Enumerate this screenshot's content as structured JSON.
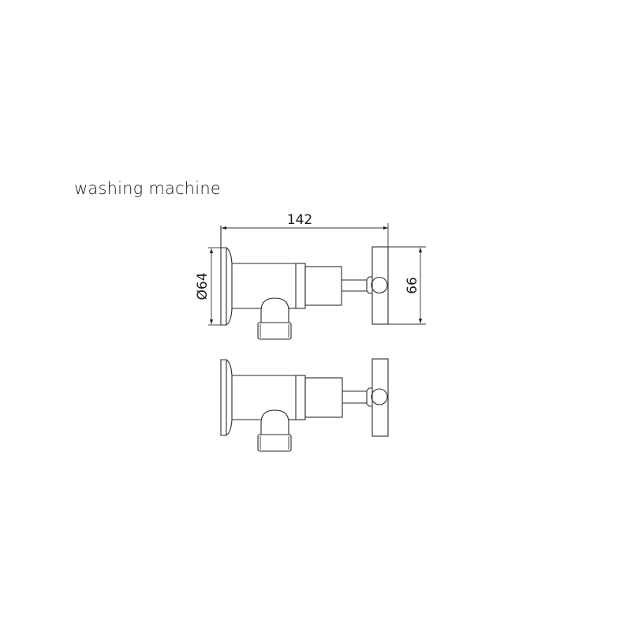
{
  "title": "washing machine",
  "dimensions": {
    "overall_length": "142",
    "flange_diameter": "Ø64",
    "handle_height": "66"
  },
  "views": [
    {
      "name": "side-view-dimensioned",
      "has_dimensions": true
    },
    {
      "name": "side-view-plain",
      "has_dimensions": false
    }
  ],
  "colors": {
    "line": "#2a2a2a",
    "background": "#ffffff"
  }
}
